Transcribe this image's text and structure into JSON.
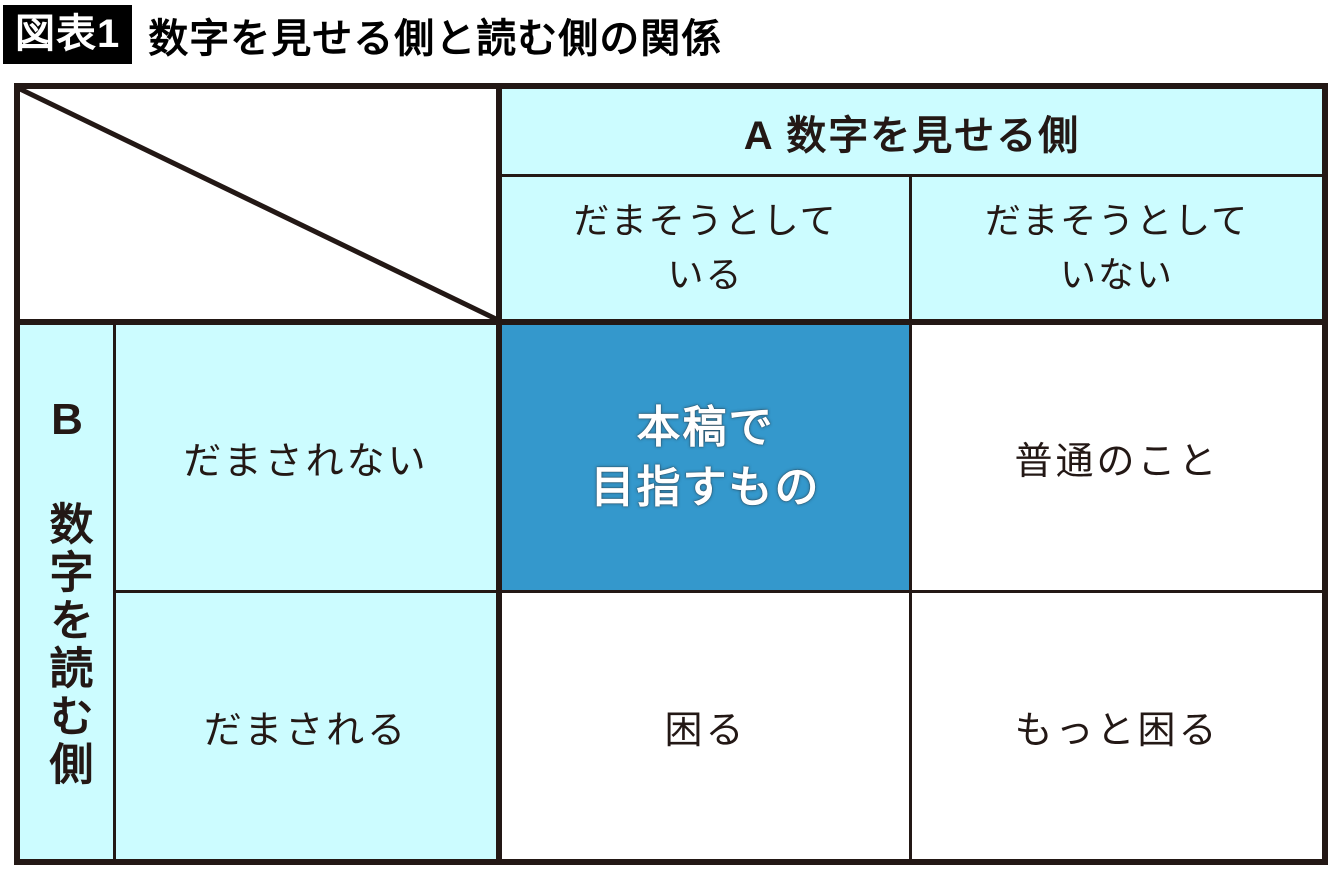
{
  "figure": {
    "badge": "図表1",
    "title": "数字を見せる側と読む側の関係"
  },
  "matrix": {
    "col_group": "A 数字を見せる側",
    "row_group": "B 数字を読む側",
    "col_headers": [
      "だまそうとして\nいる",
      "だまそうとして\nいない"
    ],
    "row_headers": [
      "だまされない",
      "だまされる"
    ],
    "cells": {
      "r1c1": "本稿で\n目指すもの",
      "r1c2": "普通のこと",
      "r2c1": "困る",
      "r2c2": "もっと困る"
    },
    "highlight_cell": "r1c1"
  },
  "colors": {
    "header_bg": "#ccfcff",
    "highlight_bg": "#3498cc",
    "highlight_text": "#ffffff",
    "border": "#231815",
    "badge_bg": "#000000",
    "badge_text": "#ffffff"
  }
}
